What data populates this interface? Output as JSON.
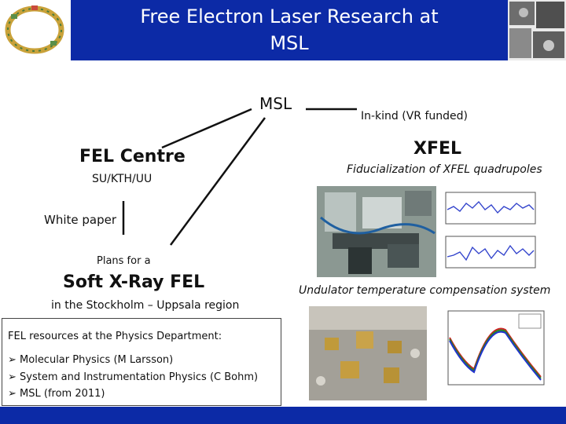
{
  "header": {
    "title_line1": "Free Electron Laser Research at",
    "title_line2": "MSL"
  },
  "diagram": {
    "msl": "MSL",
    "inkind": "In-kind (VR funded)",
    "fel_centre": "FEL Centre",
    "su_kth_uu": "SU/KTH/UU",
    "xfel": "XFEL",
    "fiducialization": "Fiducialization of XFEL quadrupoles",
    "white_paper": "White paper",
    "plans_for_a": "Plans for a",
    "soft_xray": "Soft X-Ray FEL",
    "region": "in the Stockholm – Uppsala region",
    "undulator": "Undulator temperature compensation system"
  },
  "resources": {
    "heading": "FEL resources at the Physics Department:",
    "items": [
      "Molecular Physics (M Larsson)",
      "System and Instrumentation Physics (C Bohm)",
      "MSL (from 2011)"
    ]
  },
  "colors": {
    "brand_blue": "#0c2aa6"
  }
}
